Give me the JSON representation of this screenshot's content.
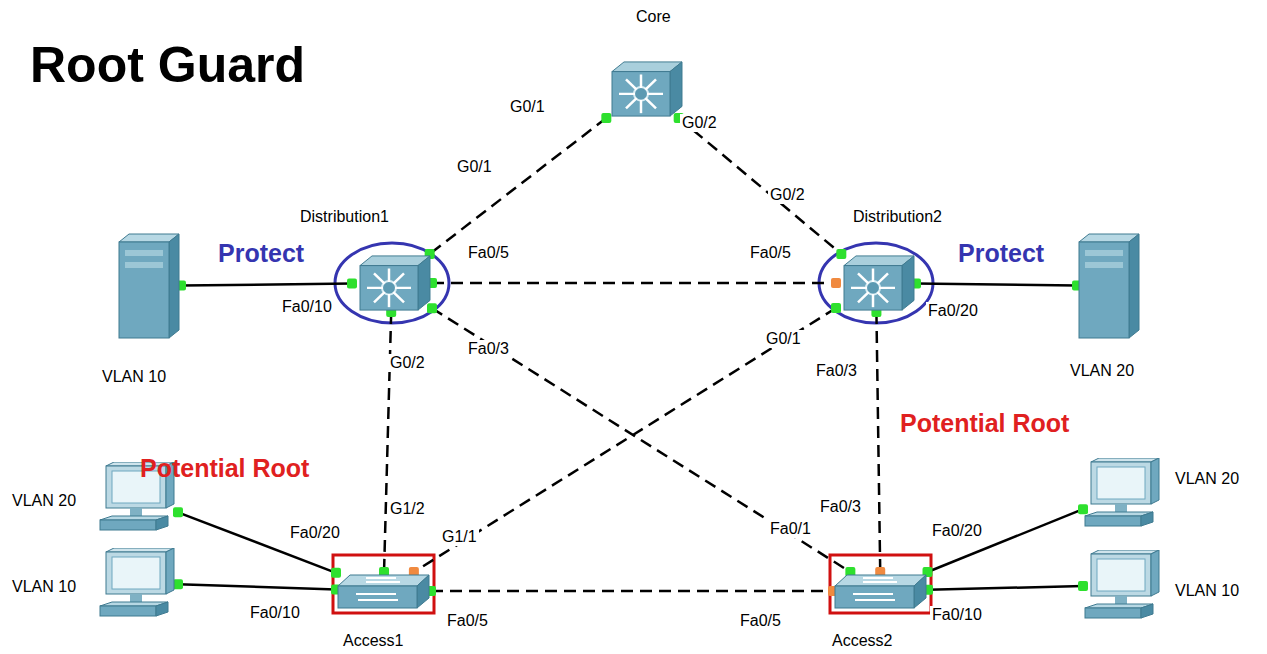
{
  "diagram": {
    "title": "Root Guard",
    "nodes": [
      {
        "text": [
          "Core"
        ]
      },
      {
        "text": [
          "Distribution1"
        ]
      },
      {
        "text": [
          "Distribution2"
        ]
      },
      {
        "text": [
          "VLAN 10"
        ]
      },
      {
        "text": [
          "VLAN 20"
        ]
      },
      {
        "text": [
          "VLAN 20"
        ]
      },
      {
        "text": [
          "VLAN 10"
        ]
      },
      {
        "text": [
          "Access1"
        ]
      },
      {
        "text": [
          "Access2"
        ]
      },
      {
        "text": [
          "VLAN 20"
        ]
      },
      {
        "text": [
          "VLAN 10"
        ]
      }
    ],
    "edges": [
      {
        "from": 0,
        "to": 1,
        "arrow": "none"
      },
      {
        "from": 0,
        "to": 2,
        "arrow": "none"
      },
      {
        "from": 1,
        "to": 2,
        "arrow": "none"
      },
      {
        "from": 1,
        "to": 3,
        "arrow": "none"
      },
      {
        "from": 2,
        "to": 4,
        "arrow": "none"
      },
      {
        "from": 1,
        "to": 7,
        "arrow": "none"
      },
      {
        "from": 1,
        "to": 8,
        "arrow": "none"
      },
      {
        "from": 2,
        "to": 7,
        "arrow": "none"
      },
      {
        "from": 2,
        "to": 8,
        "arrow": "none"
      },
      {
        "from": 7,
        "to": 5,
        "arrow": "none"
      },
      {
        "from": 7,
        "to": 6,
        "arrow": "none"
      },
      {
        "from": 7,
        "to": 8,
        "arrow": "none"
      },
      {
        "from": 8,
        "to": 9,
        "arrow": "none"
      },
      {
        "from": 8,
        "to": 10,
        "arrow": "none"
      }
    ],
    "labels": [
      "G0/1",
      "G0/2",
      "G0/1",
      "G0/2",
      "Fa0/5",
      "Fa0/5",
      "Fa0/10",
      "Fa0/20",
      "G0/2",
      "Fa0/3",
      "G0/1",
      "Fa0/3",
      "G1/2",
      "G1/1",
      "Fa0/1",
      "Fa0/3",
      "Fa0/20",
      "Fa0/10",
      "Fa0/5",
      "Fa0/5",
      "Fa0/20",
      "Fa0/10",
      "Protect",
      "Protect",
      "Potential Root",
      "Potential Root"
    ]
  }
}
